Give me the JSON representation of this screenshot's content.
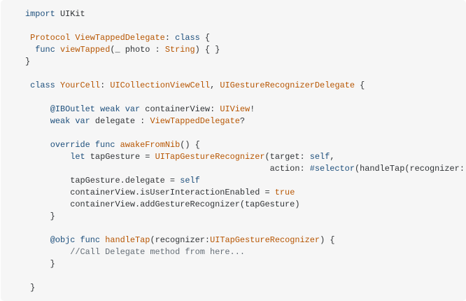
{
  "colors": {
    "background": "#f6f6f6",
    "keyword": "#1d4f7c",
    "type": "#b75501",
    "plain": "#303336",
    "comment": "#656e77"
  },
  "code_lines": [
    [
      [
        "kw",
        "import"
      ],
      [
        "pl",
        " UIKit"
      ]
    ],
    [],
    [
      [
        "pl",
        " "
      ],
      [
        "ty",
        "Protocol"
      ],
      [
        "pl",
        " "
      ],
      [
        "ty",
        "ViewTappedDelegate"
      ],
      [
        "pl",
        ": "
      ],
      [
        "kw",
        "class"
      ],
      [
        "pl",
        " {"
      ]
    ],
    [
      [
        "pl",
        "  "
      ],
      [
        "kw",
        "func"
      ],
      [
        "pl",
        " "
      ],
      [
        "ty",
        "viewTapped"
      ],
      [
        "pl",
        "(_ photo : "
      ],
      [
        "ty",
        "String"
      ],
      [
        "pl",
        ") { }"
      ]
    ],
    [
      [
        "pl",
        "}"
      ]
    ],
    [],
    [
      [
        "pl",
        " "
      ],
      [
        "kw",
        "class"
      ],
      [
        "pl",
        " "
      ],
      [
        "ty",
        "YourCell"
      ],
      [
        "pl",
        ": "
      ],
      [
        "ty",
        "UICollectionViewCell"
      ],
      [
        "pl",
        ", "
      ],
      [
        "ty",
        "UIGestureRecognizerDelegate"
      ],
      [
        "pl",
        " {"
      ]
    ],
    [],
    [
      [
        "pl",
        "     "
      ],
      [
        "kw",
        "@IBOutlet"
      ],
      [
        "pl",
        " "
      ],
      [
        "kw",
        "weak"
      ],
      [
        "pl",
        " "
      ],
      [
        "kw",
        "var"
      ],
      [
        "pl",
        " containerView: "
      ],
      [
        "ty",
        "UIView"
      ],
      [
        "pl",
        "!"
      ]
    ],
    [
      [
        "pl",
        "     "
      ],
      [
        "kw",
        "weak"
      ],
      [
        "pl",
        " "
      ],
      [
        "kw",
        "var"
      ],
      [
        "pl",
        " delegate : "
      ],
      [
        "ty",
        "ViewTappedDelegate"
      ],
      [
        "pl",
        "?"
      ]
    ],
    [],
    [
      [
        "pl",
        "     "
      ],
      [
        "kw",
        "override"
      ],
      [
        "pl",
        " "
      ],
      [
        "kw",
        "func"
      ],
      [
        "pl",
        " "
      ],
      [
        "ty",
        "awakeFromNib"
      ],
      [
        "pl",
        "() {"
      ]
    ],
    [
      [
        "pl",
        "         "
      ],
      [
        "kw",
        "let"
      ],
      [
        "pl",
        " tapGesture = "
      ],
      [
        "ty",
        "UITapGestureRecognizer"
      ],
      [
        "pl",
        "(target: "
      ],
      [
        "kw",
        "self"
      ],
      [
        "pl",
        ","
      ]
    ],
    [
      [
        "pl",
        "                                                 action: "
      ],
      [
        "kw",
        "#selector"
      ],
      [
        "pl",
        "(handleTap(recognizer:)))"
      ]
    ],
    [
      [
        "pl",
        "         tapGesture.delegate = "
      ],
      [
        "kw",
        "self"
      ]
    ],
    [
      [
        "pl",
        "         containerView.isUserInteractionEnabled = "
      ],
      [
        "ty",
        "true"
      ]
    ],
    [
      [
        "pl",
        "         containerView.addGestureRecognizer(tapGesture)"
      ]
    ],
    [
      [
        "pl",
        "     }"
      ]
    ],
    [],
    [
      [
        "pl",
        "     "
      ],
      [
        "kw",
        "@objc"
      ],
      [
        "pl",
        " "
      ],
      [
        "kw",
        "func"
      ],
      [
        "pl",
        " "
      ],
      [
        "ty",
        "handleTap"
      ],
      [
        "pl",
        "(recognizer:"
      ],
      [
        "ty",
        "UITapGestureRecognizer"
      ],
      [
        "pl",
        ") {"
      ]
    ],
    [
      [
        "cm",
        "         //Call Delegate method from here..."
      ]
    ],
    [
      [
        "pl",
        "     }"
      ]
    ],
    [],
    [
      [
        "pl",
        " }"
      ]
    ]
  ]
}
